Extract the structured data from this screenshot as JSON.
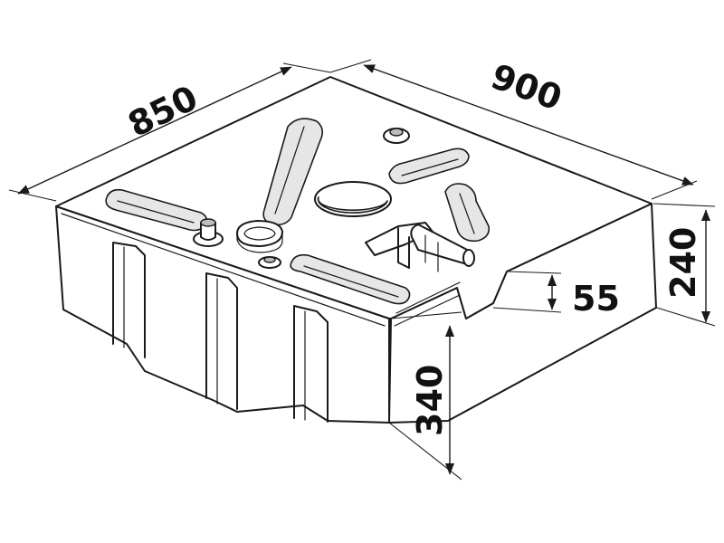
{
  "drawing": {
    "dimensions": {
      "depth_label": "850",
      "width_label": "900",
      "height_label": "240",
      "recess_label": "55",
      "keel_label": "340"
    },
    "colors": {
      "line": "#1a1a1a",
      "fill": "#ffffff",
      "shade": "#e6e6e6"
    }
  }
}
